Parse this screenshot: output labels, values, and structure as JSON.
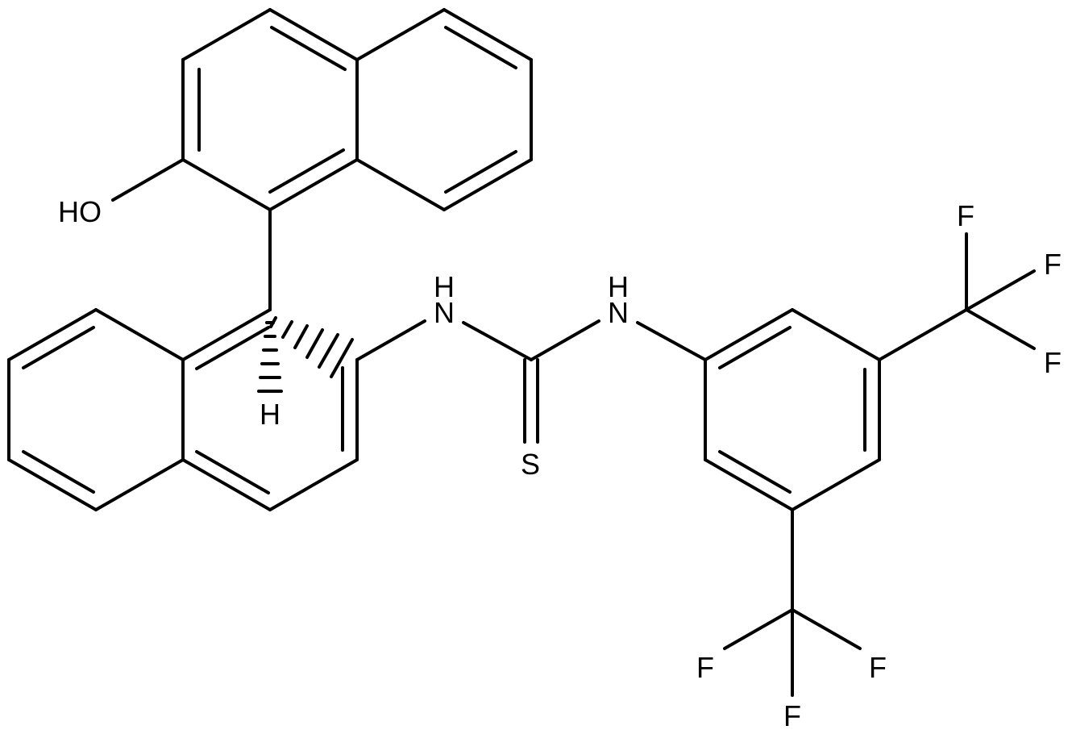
{
  "diagram": {
    "type": "chemical-structure",
    "atom_labels": {
      "hydroxyl": "HO",
      "nh_left_n": "N",
      "nh_left_h": "H",
      "nh_right_n": "N",
      "nh_right_h": "H",
      "thione_s": "S",
      "stereo_h": "H",
      "cf3_top_f1": "F",
      "cf3_top_f2": "F",
      "cf3_top_f3": "F",
      "cf3_bottom_f1": "F",
      "cf3_bottom_f2": "F",
      "cf3_bottom_f3": "F"
    },
    "colors": {
      "bond": "#000000",
      "label": "#000000",
      "background": "#ffffff"
    }
  }
}
